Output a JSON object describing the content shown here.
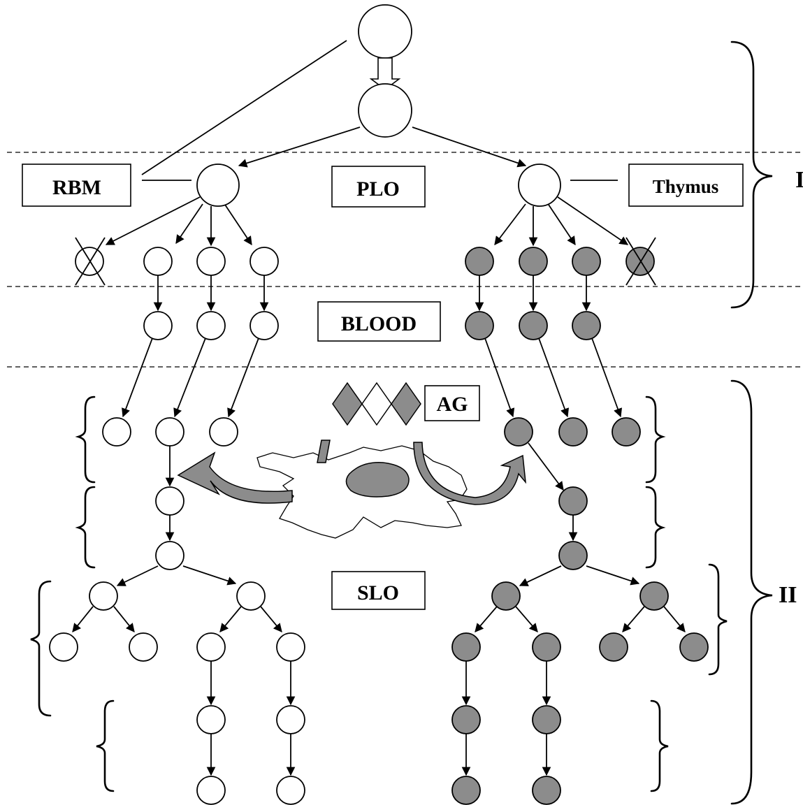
{
  "labels": {
    "rbm": "RBM",
    "plo": "PLO",
    "thymus": "Thymus",
    "blood": "BLOOD",
    "ag": "AG",
    "slo": "SLO",
    "phase_one": "I",
    "phase_two": "II"
  },
  "colors": {
    "white_cell": "#ffffff",
    "gray_cell": "#8c8c8c",
    "ink": "#000000"
  },
  "icons": [
    "deleted-cell-cross-icon",
    "antigen-diamond-icon",
    "curved-stimulation-arrow-icon",
    "apc-cell-icon",
    "nucleus-icon"
  ]
}
